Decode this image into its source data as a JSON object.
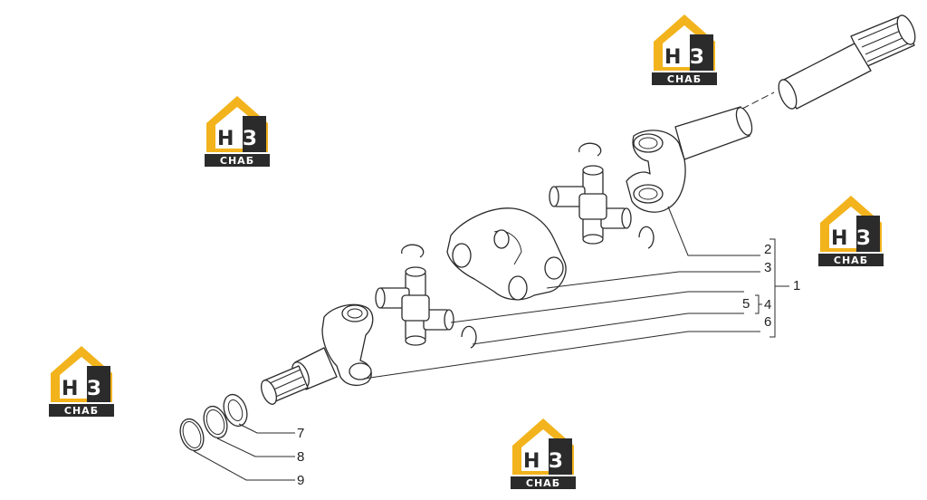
{
  "diagram": {
    "logo": {
      "name": "НЗ СНАБ watermark",
      "letters": "НЗ",
      "caption": "СНАБ",
      "accent": "#f2b31c",
      "dark": "#2b2b2b"
    },
    "callouts": [
      {
        "id": "c1",
        "label": "1"
      },
      {
        "id": "c2",
        "label": "2"
      },
      {
        "id": "c3",
        "label": "3"
      },
      {
        "id": "c4",
        "label": "4"
      },
      {
        "id": "c5",
        "label": "5"
      },
      {
        "id": "c6",
        "label": "6"
      },
      {
        "id": "c7",
        "label": "7"
      },
      {
        "id": "c8",
        "label": "8"
      },
      {
        "id": "c9",
        "label": "9"
      }
    ]
  }
}
